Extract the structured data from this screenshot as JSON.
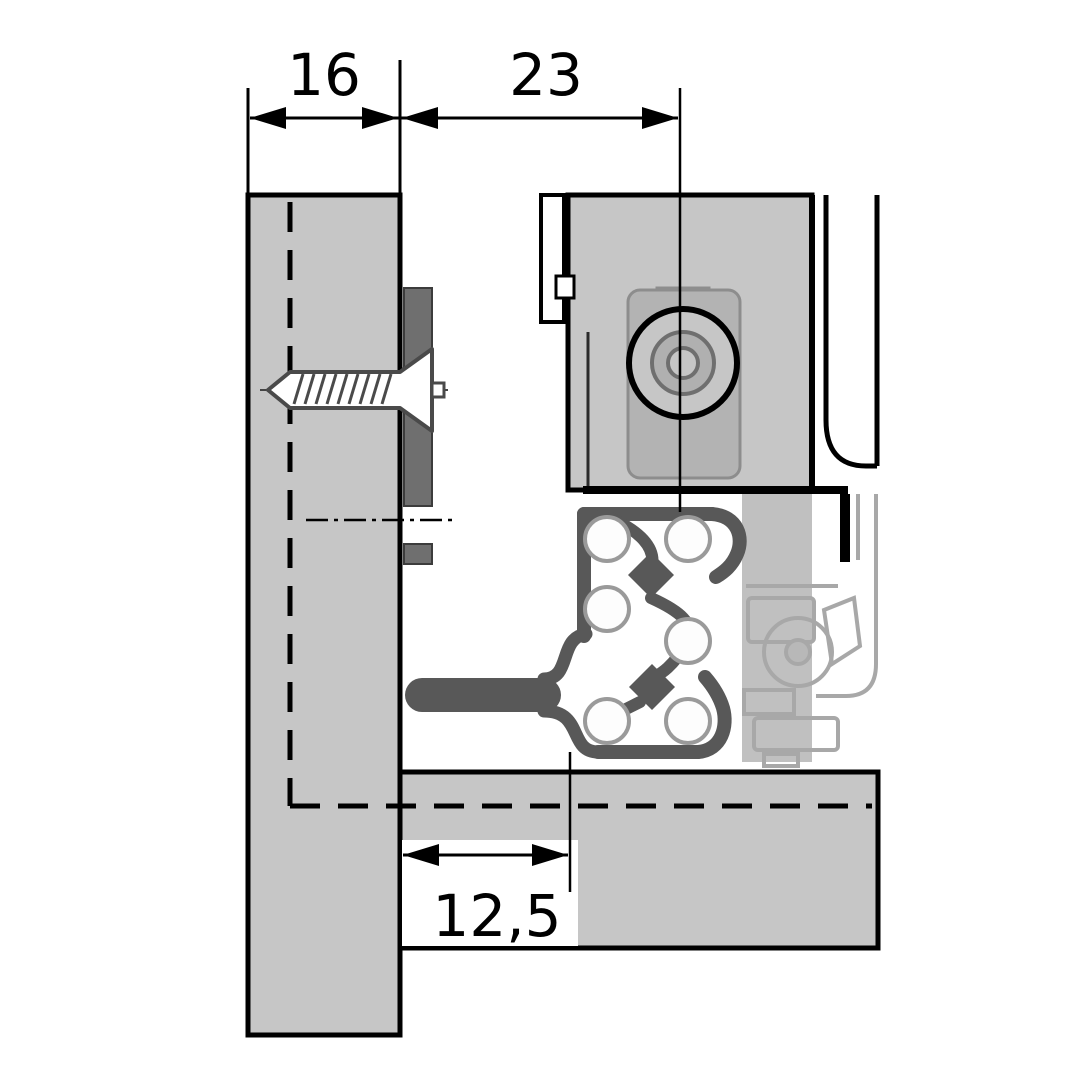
{
  "diagram": {
    "dimension_labels": {
      "width_16": "16",
      "width_23": "23",
      "width_12_5": "12,5"
    },
    "colors": {
      "background": "#ffffff",
      "panel_gray": "#c6c6c6",
      "bracket_gray": "#b3b3b3",
      "plate_dark_gray": "#6f6f6f",
      "runner_dark_gray": "#585858",
      "mechanism_light_gray": "#a8a8a8",
      "line_black": "#000000"
    }
  }
}
